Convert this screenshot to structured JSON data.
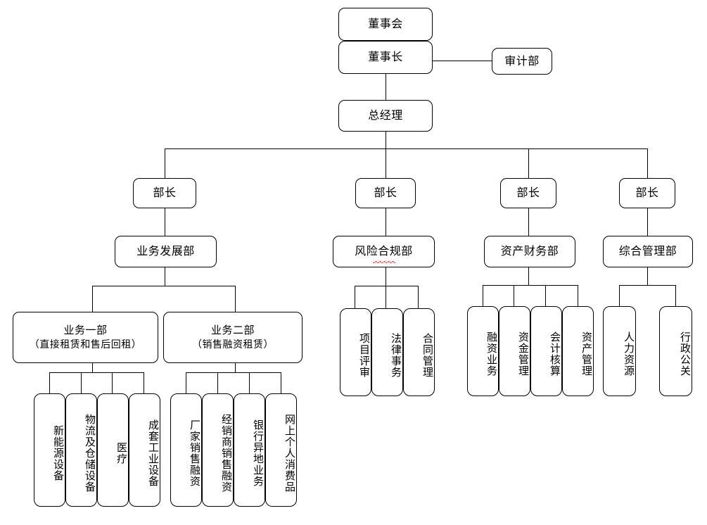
{
  "diagram": {
    "title": "",
    "type": "organizational-chart",
    "colors": {
      "line": "#000000",
      "box_border": "#000000",
      "background": "#ffffff",
      "spellcheck_underline": "#e03030"
    }
  },
  "nodes": {
    "board": {
      "label": "董事会"
    },
    "chairman": {
      "label": "董事长"
    },
    "audit": {
      "label": "审计部"
    },
    "general_manager": {
      "label": "总经理"
    },
    "head_1": {
      "label": "部长"
    },
    "head_2": {
      "label": "部长"
    },
    "head_3": {
      "label": "部长"
    },
    "head_4": {
      "label": "部长"
    },
    "dept_business": {
      "label": "业务发展部"
    },
    "dept_risk": {
      "label": "风险合规部"
    },
    "dept_finance": {
      "label": "资产财务部"
    },
    "dept_general": {
      "label": "综合管理部"
    },
    "biz_unit_1": {
      "label": "业务一部",
      "sub": "（直接租赁和售后回租）"
    },
    "biz_unit_2": {
      "label": "业务二部",
      "sub": "（销售融资租赁）"
    }
  },
  "leaves": {
    "biz_unit_1_children": [
      {
        "label": "新能源设备"
      },
      {
        "label": "物流及仓储设备"
      },
      {
        "label": "医疗"
      },
      {
        "label": "成套工业设备"
      }
    ],
    "biz_unit_2_children": [
      {
        "label": "厂家销售融资"
      },
      {
        "label": "经销商销售融资"
      },
      {
        "label": "银行异地业务"
      },
      {
        "label": "网上个人消费品"
      }
    ],
    "dept_risk_children": [
      {
        "label": "项目评审"
      },
      {
        "label": "法律事务"
      },
      {
        "label": "合同管理"
      }
    ],
    "dept_finance_children": [
      {
        "label": "融资业务"
      },
      {
        "label": "资金管理"
      },
      {
        "label": "会计核算"
      },
      {
        "label": "资产管理"
      }
    ],
    "dept_general_children": [
      {
        "label": "人力资源"
      },
      {
        "label": "行政公关"
      }
    ]
  }
}
